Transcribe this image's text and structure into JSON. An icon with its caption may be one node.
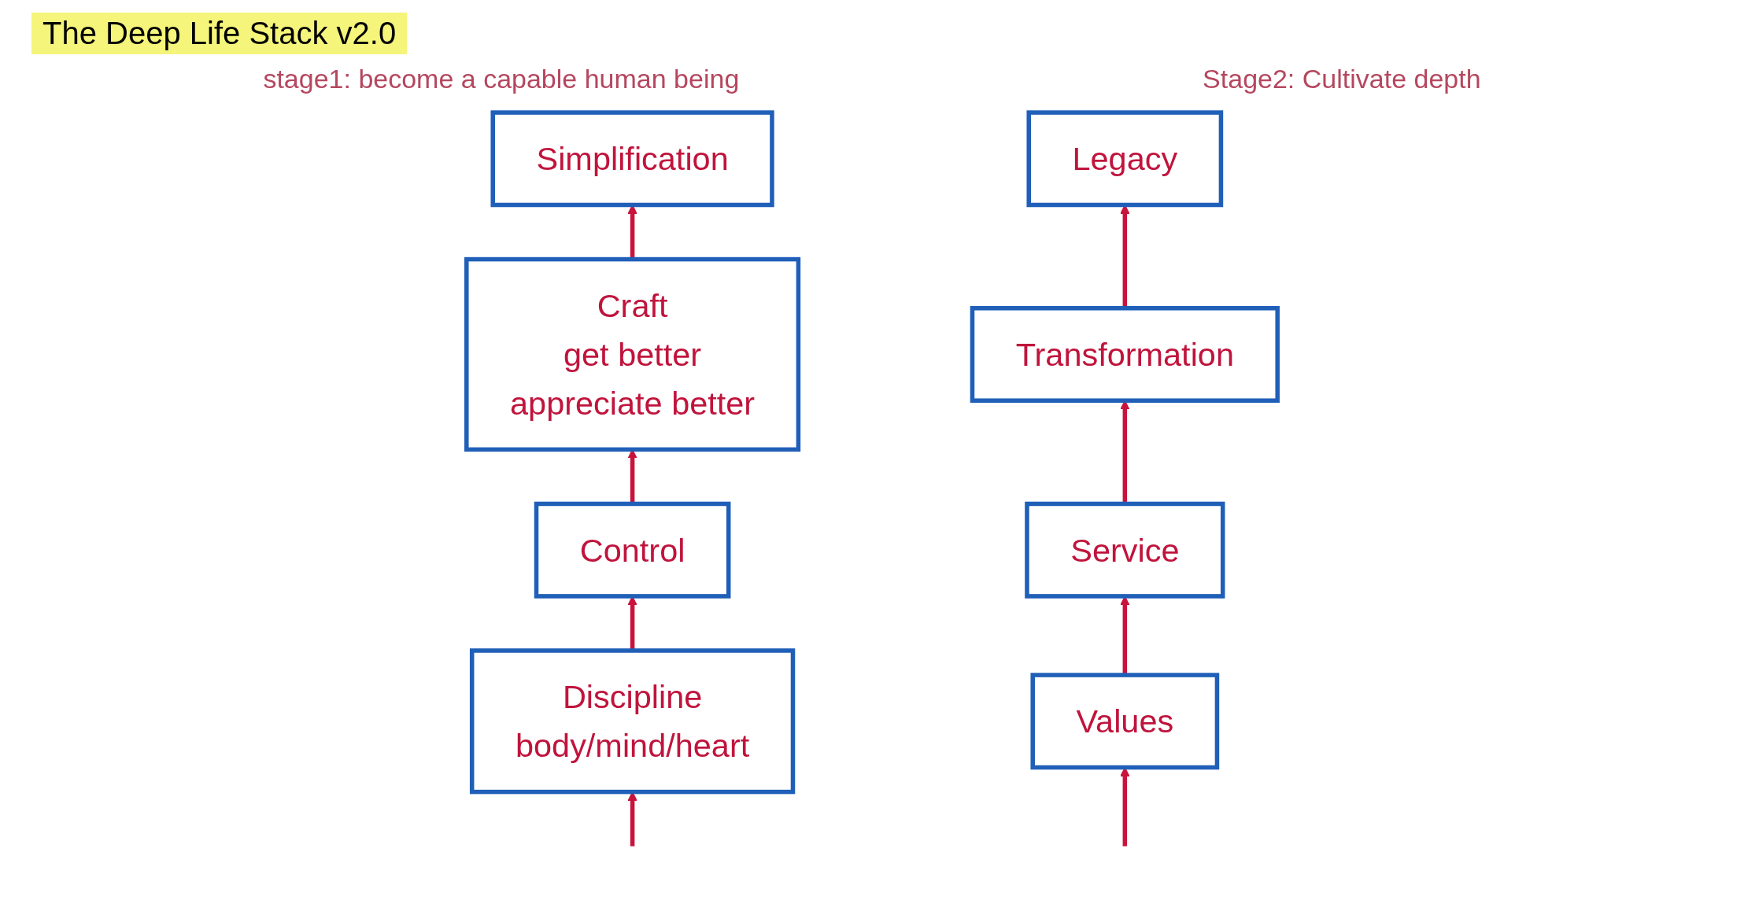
{
  "diagram": {
    "title": "The Deep Life Stack v2.0",
    "nodes": [
      {
        "text": [
          "Simplification"
        ]
      },
      {
        "text": [
          "Craft",
          "get better",
          "appreciate better"
        ]
      },
      {
        "text": [
          "Control"
        ]
      },
      {
        "text": [
          "Discipline",
          "body/mind/heart"
        ]
      },
      {
        "text": [
          "Legacy"
        ]
      },
      {
        "text": [
          "Transformation"
        ]
      },
      {
        "text": [
          "Service"
        ]
      },
      {
        "text": [
          "Values"
        ]
      }
    ],
    "edges": [
      {
        "from": null,
        "to": 3,
        "arrow": "to"
      },
      {
        "from": 3,
        "to": 2,
        "arrow": "to"
      },
      {
        "from": 2,
        "to": 1,
        "arrow": "to"
      },
      {
        "from": 1,
        "to": 0,
        "arrow": "to"
      },
      {
        "from": null,
        "to": 7,
        "arrow": "to"
      },
      {
        "from": 7,
        "to": 6,
        "arrow": "to"
      },
      {
        "from": 6,
        "to": 5,
        "arrow": "to"
      },
      {
        "from": 5,
        "to": 4,
        "arrow": "to"
      }
    ],
    "labels": [
      "stage1: become a capable human being",
      "Stage2: Cultivate depth"
    ]
  }
}
